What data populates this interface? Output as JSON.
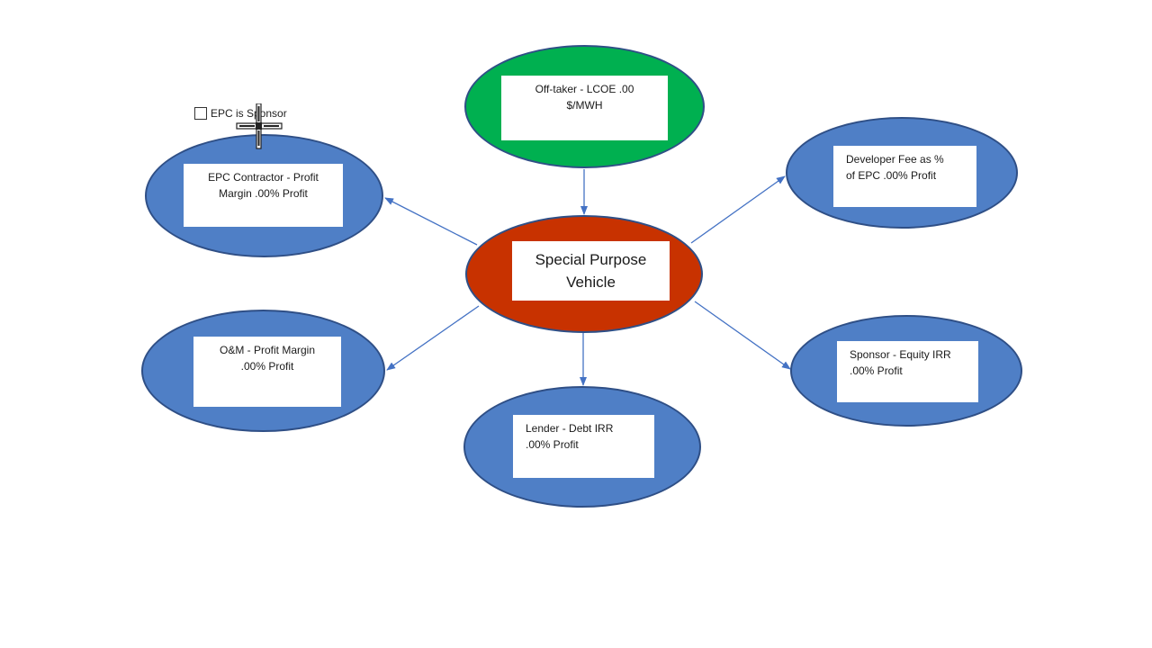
{
  "checkbox": {
    "label": "EPC is Sponsor",
    "checked": false
  },
  "nodes": {
    "offtaker": {
      "text": "Off-taker - LCOE .00 $/MWH",
      "color": "#00b050"
    },
    "spv": {
      "text": "Special Purpose Vehicle",
      "color": "#c83200"
    },
    "epc": {
      "text": "EPC Contractor - Profit Margin .00% Profit",
      "color": "#4f7fc6"
    },
    "developer": {
      "text": "Developer Fee as % of EPC .00% Profit",
      "color": "#4f7fc6"
    },
    "om": {
      "text": "O&M - Profit Margin .00% Profit",
      "color": "#4f7fc6"
    },
    "sponsor": {
      "text": "Sponsor - Equity IRR .00% Profit",
      "color": "#4f7fc6"
    },
    "lender": {
      "text": "Lender - Debt IRR .00% Profit",
      "color": "#4f7fc6"
    }
  },
  "connector_color": "#4472c4",
  "icons": {
    "cursor": "crosshair-move-cursor-icon"
  }
}
